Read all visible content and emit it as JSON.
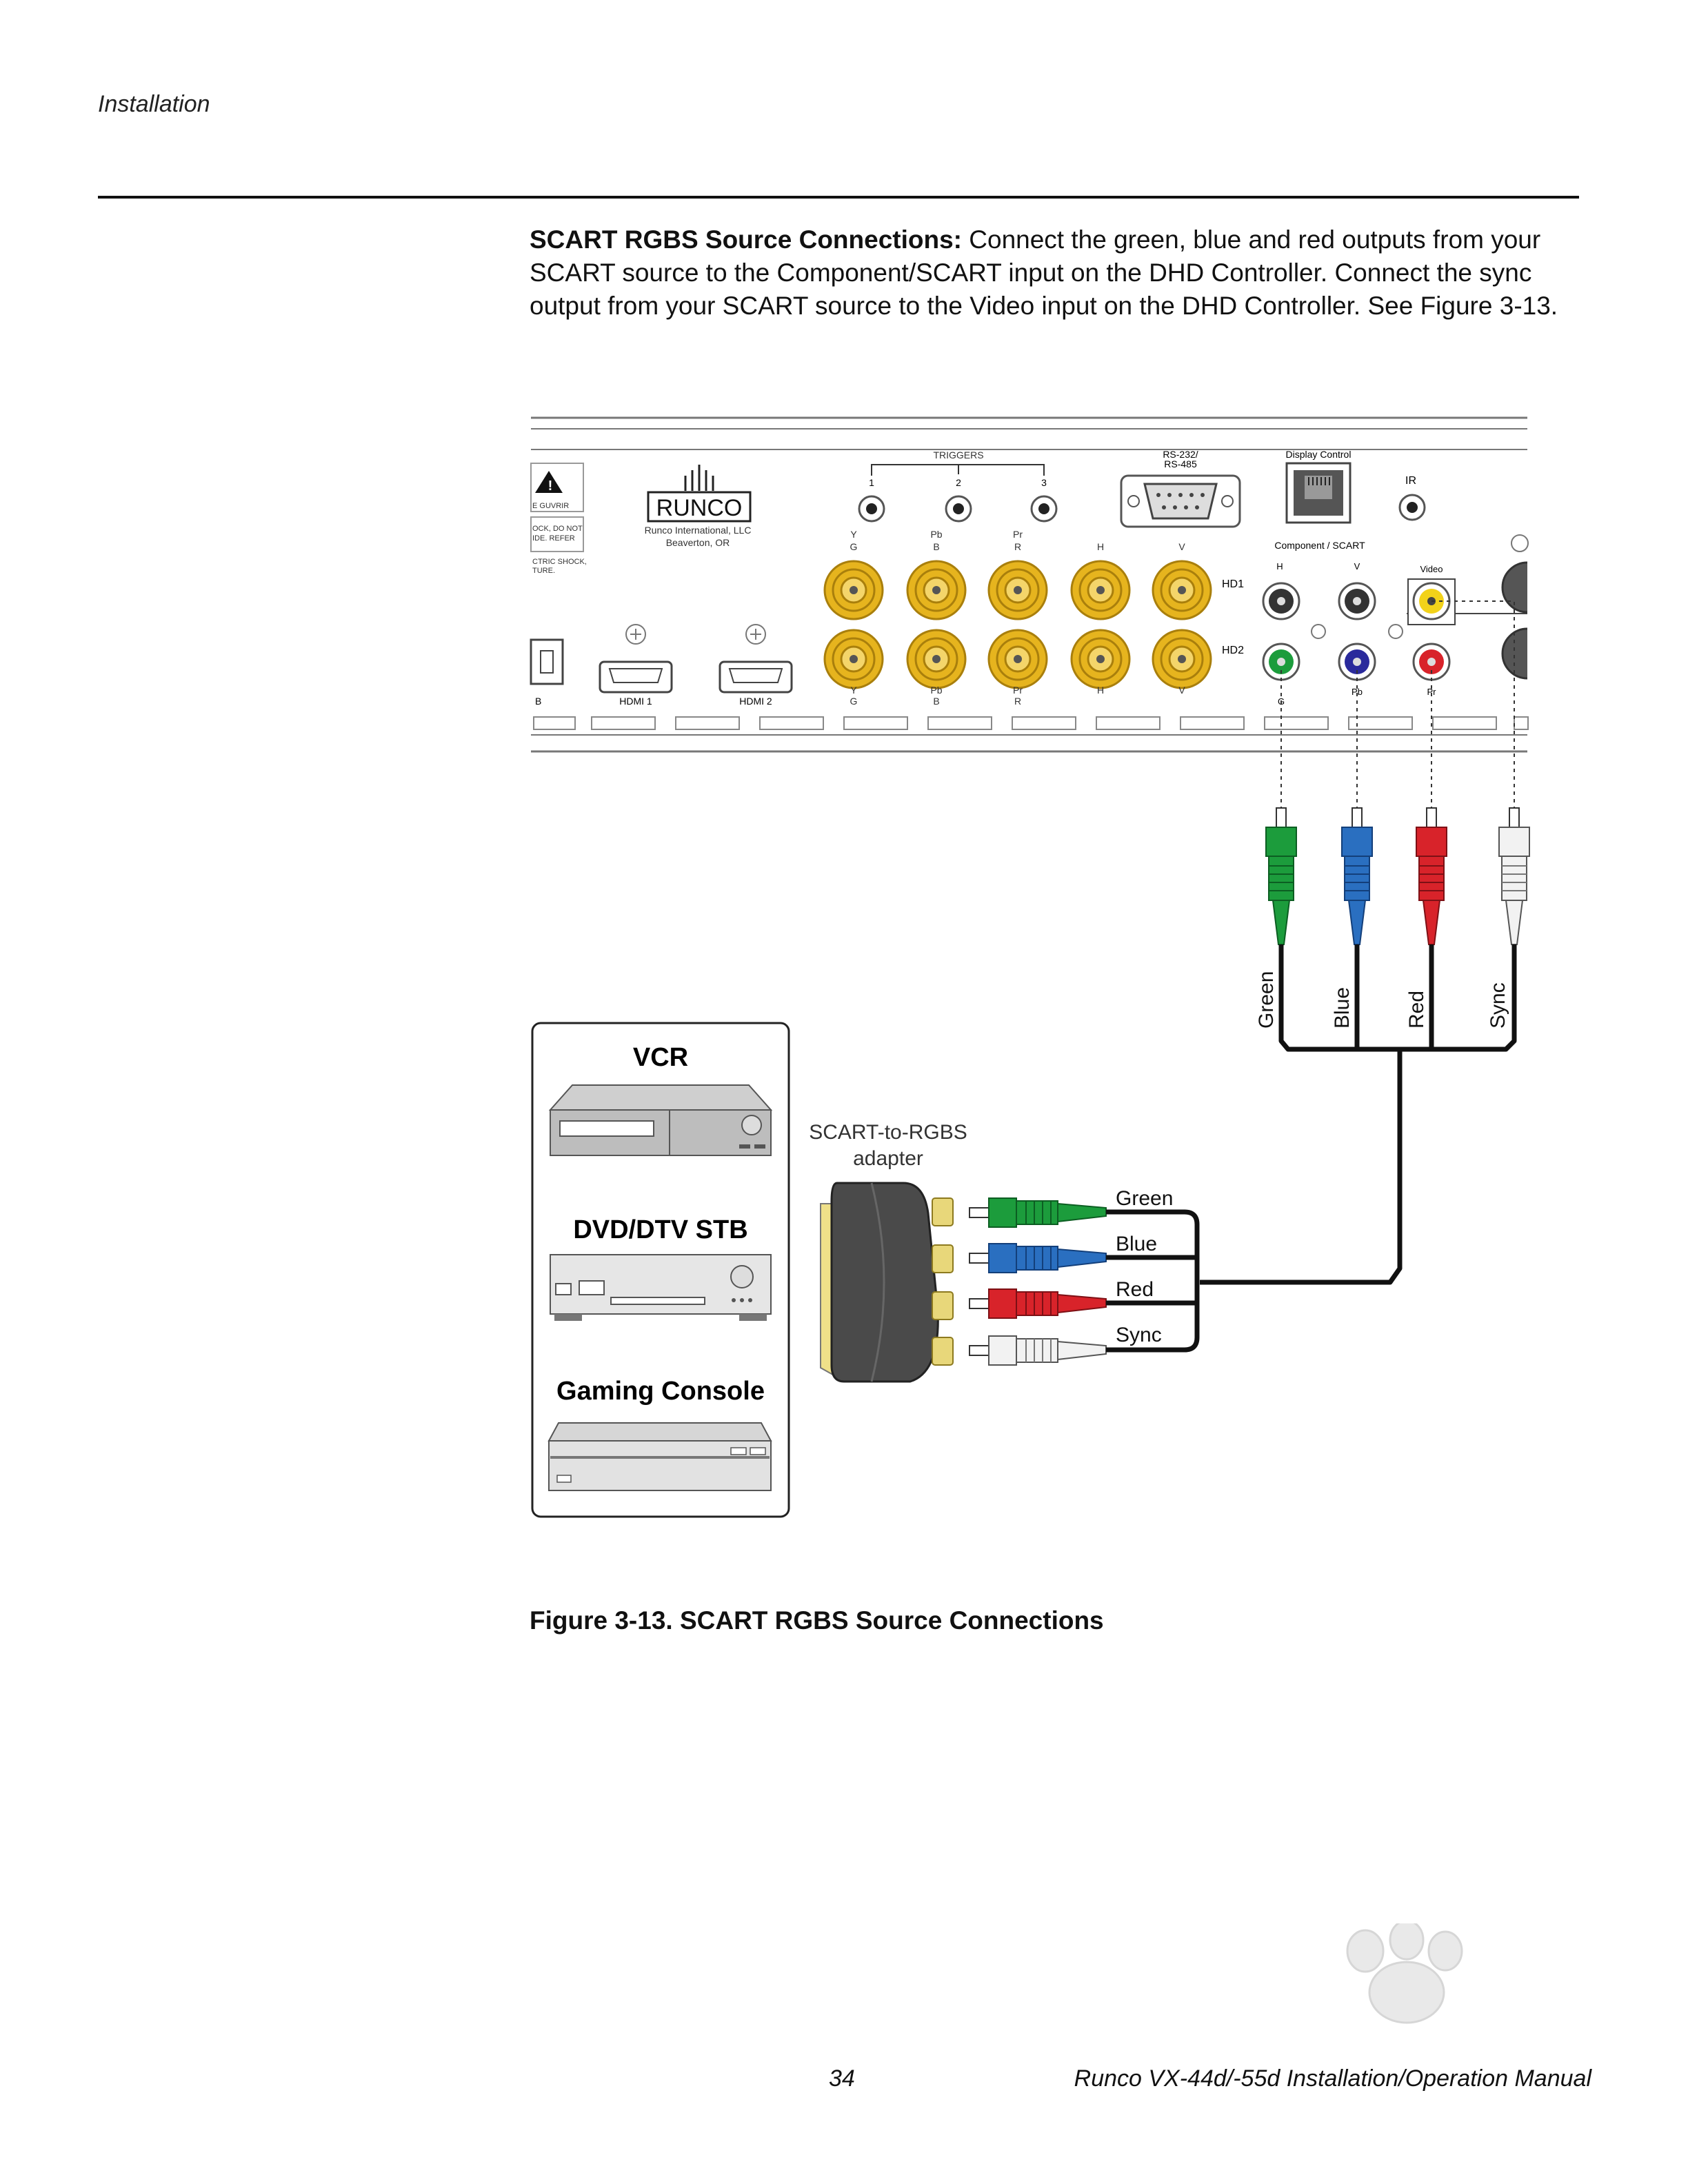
{
  "header": {
    "section": "Installation"
  },
  "body": {
    "heading": "SCART RGBS Source Connections:",
    "text": " Connect the green, blue and red outputs from your SCART source to the Component/SCART input on the DHD Controller. Connect the sync output from your SCART source to the Video input on the DHD Controller. See Figure 3-13."
  },
  "panel": {
    "triggers_label": "TRIGGERS",
    "trigger_nums": [
      "1",
      "2",
      "3"
    ],
    "rs232_label_1": "RS-232/",
    "rs232_label_2": "RS-485",
    "display_control": "Display Control",
    "ir_label": "IR",
    "company_line_1": "Runco International, LLC",
    "company_line_2": "Beaverton, OR",
    "logo_text": "RUNCO",
    "warn_1": "E GUVRIR",
    "warn_2": "OCK, DO NOT",
    "warn_3": "IDE. REFER",
    "warn_4": "CTRIC SHOCK,",
    "warn_5": "TURE.",
    "bnc_top_labels": [
      [
        "Y",
        "G"
      ],
      [
        "Pb",
        "B"
      ],
      [
        "Pr",
        "R"
      ],
      [
        "H",
        ""
      ],
      [
        "V",
        ""
      ]
    ],
    "bnc_bottom_labels": [
      [
        "Y",
        "G"
      ],
      [
        "Pb",
        "B"
      ],
      [
        "Pr",
        "R"
      ],
      [
        "H",
        ""
      ],
      [
        "V",
        ""
      ]
    ],
    "hd1": "HD1",
    "hd2": "HD2",
    "component_scart": "Component / SCART",
    "comp_h": "H",
    "comp_v": "V",
    "video_label": "Video",
    "comp_bottom": [
      "G",
      "Pb",
      "Pr"
    ],
    "hdmi1": "HDMI 1",
    "hdmi2": "HDMI 2",
    "usb_b": "B"
  },
  "cables": {
    "green": "Green",
    "blue": "Blue",
    "red": "Red",
    "sync": "Sync"
  },
  "sources": {
    "vcr": "VCR",
    "dvd": "DVD/DTV STB",
    "gaming": "Gaming Console"
  },
  "adapter": {
    "line1": "SCART-to-RGBS",
    "line2": "adapter"
  },
  "adapter_outputs": [
    "Green",
    "Blue",
    "Red",
    "Sync"
  ],
  "caption": "Figure 3-13. SCART RGBS Source Connections",
  "footer": {
    "page": "34",
    "title": "Runco VX-44d/-55d Installation/Operation Manual"
  },
  "colors": {
    "gold": "#e6b41e",
    "green": "#1c9c3c",
    "blue": "#2a6fc0",
    "red": "#d8232a",
    "white": "#f2f2f2"
  }
}
